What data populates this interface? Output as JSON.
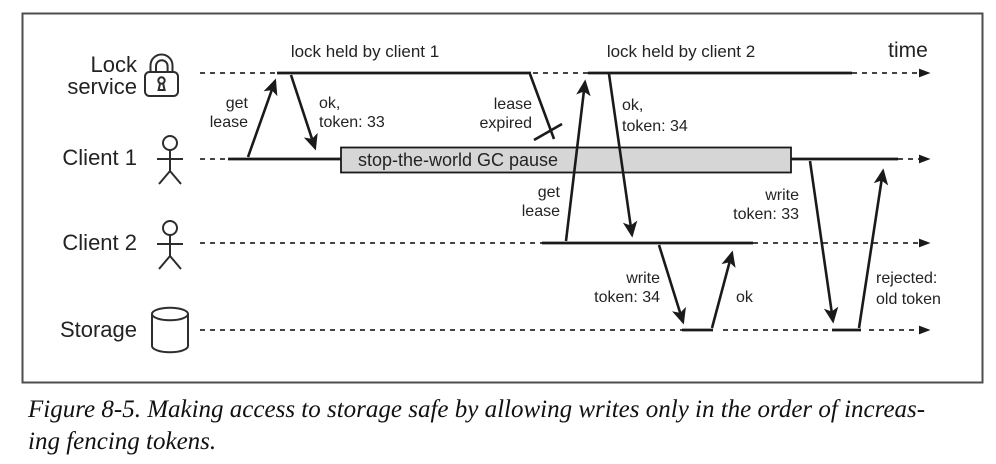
{
  "lanes": {
    "lock_service": {
      "label_line1": "Lock",
      "label_line2": "service",
      "icon": "padlock-icon"
    },
    "client1": {
      "label": "Client 1",
      "icon": "person-icon"
    },
    "client2": {
      "label": "Client 2",
      "icon": "person-icon"
    },
    "storage": {
      "label": "Storage",
      "icon": "database-cylinder-icon"
    }
  },
  "annotations": {
    "lock_held_by_client1": "lock held by client 1",
    "lock_held_by_client2": "lock held by client 2",
    "time_axis": "time",
    "gc_pause": "stop-the-world GC pause"
  },
  "messages": {
    "get_lease_c1": [
      "get",
      "lease"
    ],
    "ok_token_33": [
      "ok,",
      "token: 33"
    ],
    "lease_expired": [
      "lease",
      "expired"
    ],
    "get_lease_c2": [
      "get",
      "lease"
    ],
    "ok_token_34": [
      "ok,",
      "token: 34"
    ],
    "write_token_34": [
      "write",
      "token: 34"
    ],
    "ok_reply": "ok",
    "write_token_33": [
      "write",
      "token: 33"
    ],
    "rejected": [
      "rejected:",
      "old token"
    ]
  },
  "caption": {
    "line1": "Figure 8-5. Making access to storage safe by allowing writes only in the order of increas-",
    "line2": "ing fencing tokens."
  },
  "colors": {
    "gc_box_fill": "#d6d6d6",
    "frame_border": "#4d4d4d",
    "line": "#1a1a1a"
  }
}
